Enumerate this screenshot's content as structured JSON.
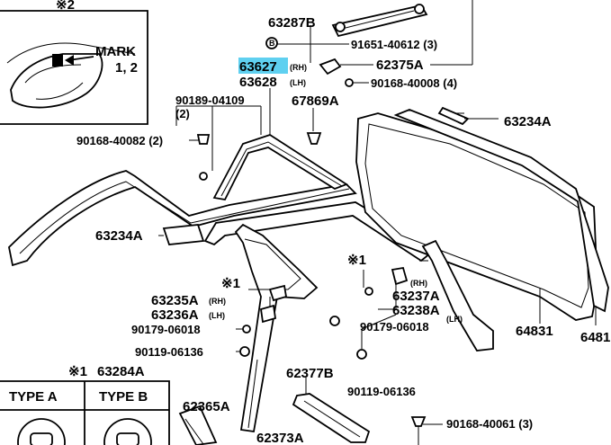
{
  "callouts": {
    "note2": "※2",
    "mark": "MARK",
    "mark_nums": "1, 2",
    "p63287B": "63287B",
    "p91651": "91651-40612 (3)",
    "p63627": "63627",
    "rh": "(RH)",
    "p62375A": "62375A",
    "p63628": "63628",
    "lh": "(LH)",
    "p90168_40008": "90168-40008 (4)",
    "p90189": "90189-04109",
    "qty2": "(2)",
    "p67869A": "67869A",
    "p63234A_right": "63234A",
    "p90168_40082": "90168-40082 (2)",
    "p63234A_left": "63234A",
    "note1_left": "※1",
    "p63235A": "63235A",
    "rh2": "(RH)",
    "p63236A": "63236A",
    "lh2": "(LH)",
    "p90179_left": "90179-06018",
    "p90119_left": "90119-06136",
    "note1_mid": "※1",
    "rh3": "(RH)",
    "p63237A": "63237A",
    "p63238A": "63238A",
    "lh3": "(LH)",
    "p90179_mid": "90179-06018",
    "p90119_mid": "90119-06136",
    "p64831": "64831",
    "p6481": "6481",
    "note1_table": "※1",
    "p63284A": "63284A",
    "type_a": "TYPE A",
    "type_b": "TYPE B",
    "p62377B": "62377B",
    "p62365A": "62365A",
    "p62373A": "62373A",
    "p90168_40061": "90168-40061 (3)"
  },
  "highlight_color": "#5fd0f0"
}
